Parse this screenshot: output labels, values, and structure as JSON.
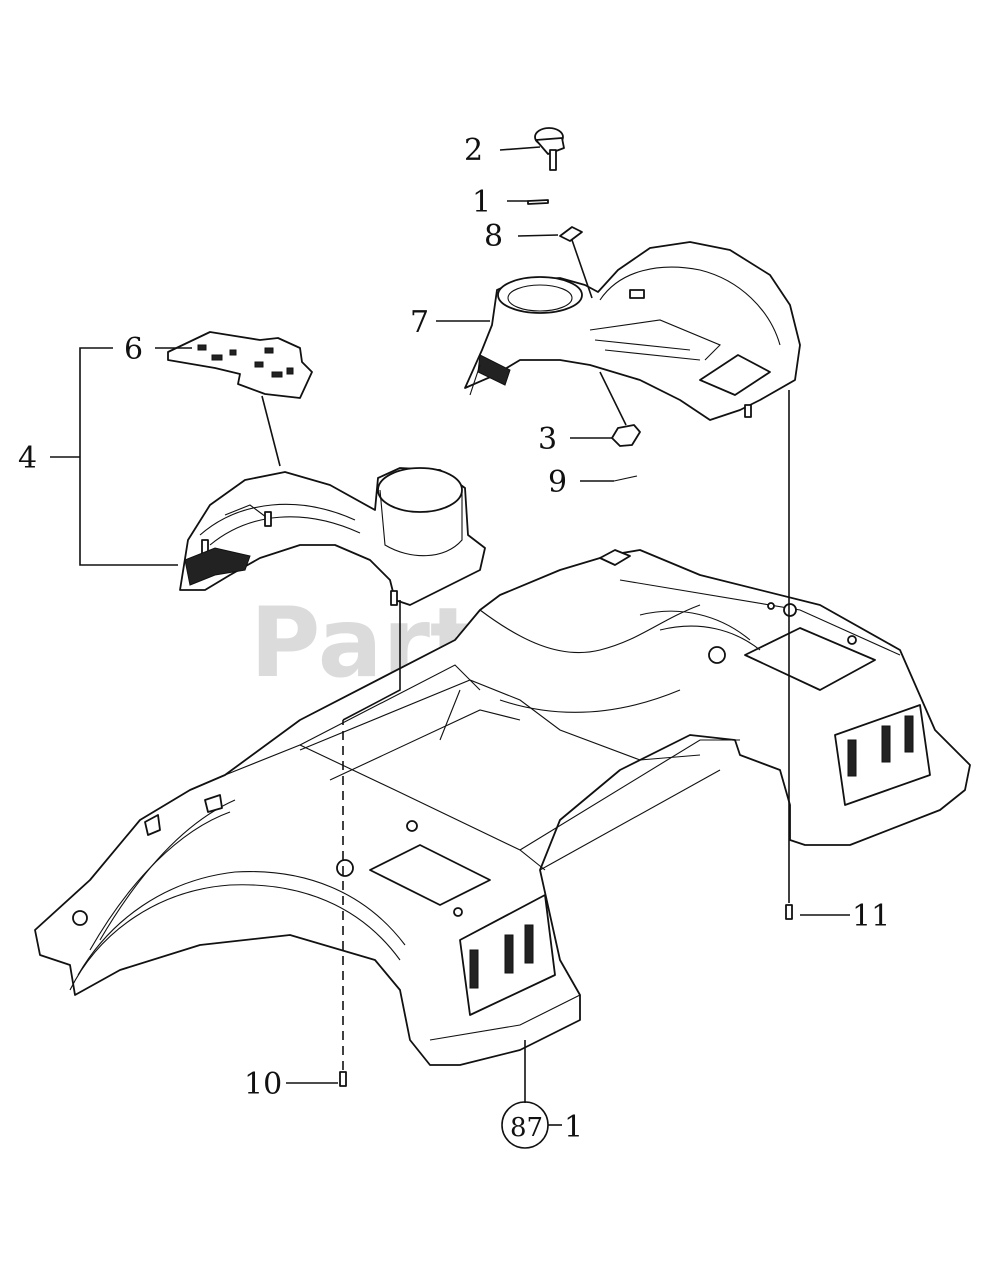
{
  "watermark": "PartsTree",
  "callouts": [
    {
      "id": "c2",
      "label": "2"
    },
    {
      "id": "c1",
      "label": "1"
    },
    {
      "id": "c8",
      "label": "8"
    },
    {
      "id": "c7",
      "label": "7"
    },
    {
      "id": "c6",
      "label": "6"
    },
    {
      "id": "c4",
      "label": "4"
    },
    {
      "id": "c3",
      "label": "3"
    },
    {
      "id": "c9",
      "label": "9"
    },
    {
      "id": "c11",
      "label": "11"
    },
    {
      "id": "c10",
      "label": "10"
    }
  ],
  "reference": {
    "circle_label": "87",
    "suffix": "1"
  }
}
